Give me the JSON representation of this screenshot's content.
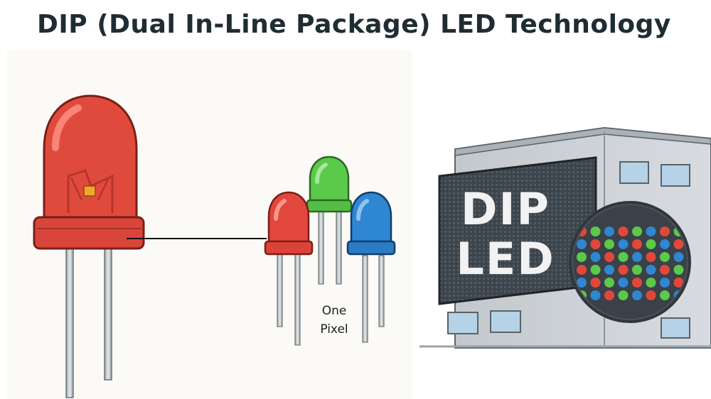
{
  "title": "DIP (Dual In-Line Package)  LED Technology",
  "pixel_label": {
    "line1": "One",
    "line2": "Pixel"
  },
  "sign": {
    "line1": "DIP",
    "line2": "LED"
  },
  "colors": {
    "red": "#e2473c",
    "green": "#5bc94a",
    "blue": "#2f86d2",
    "sign_panel": "#3f474f",
    "building": "#c9ced3"
  },
  "icons": {
    "large_led": "red-dip-led-icon",
    "pixel_leds": [
      "red-led-icon",
      "green-led-icon",
      "blue-led-icon"
    ],
    "building": "building-icon",
    "magnifier": "magnifier-circle-icon"
  }
}
